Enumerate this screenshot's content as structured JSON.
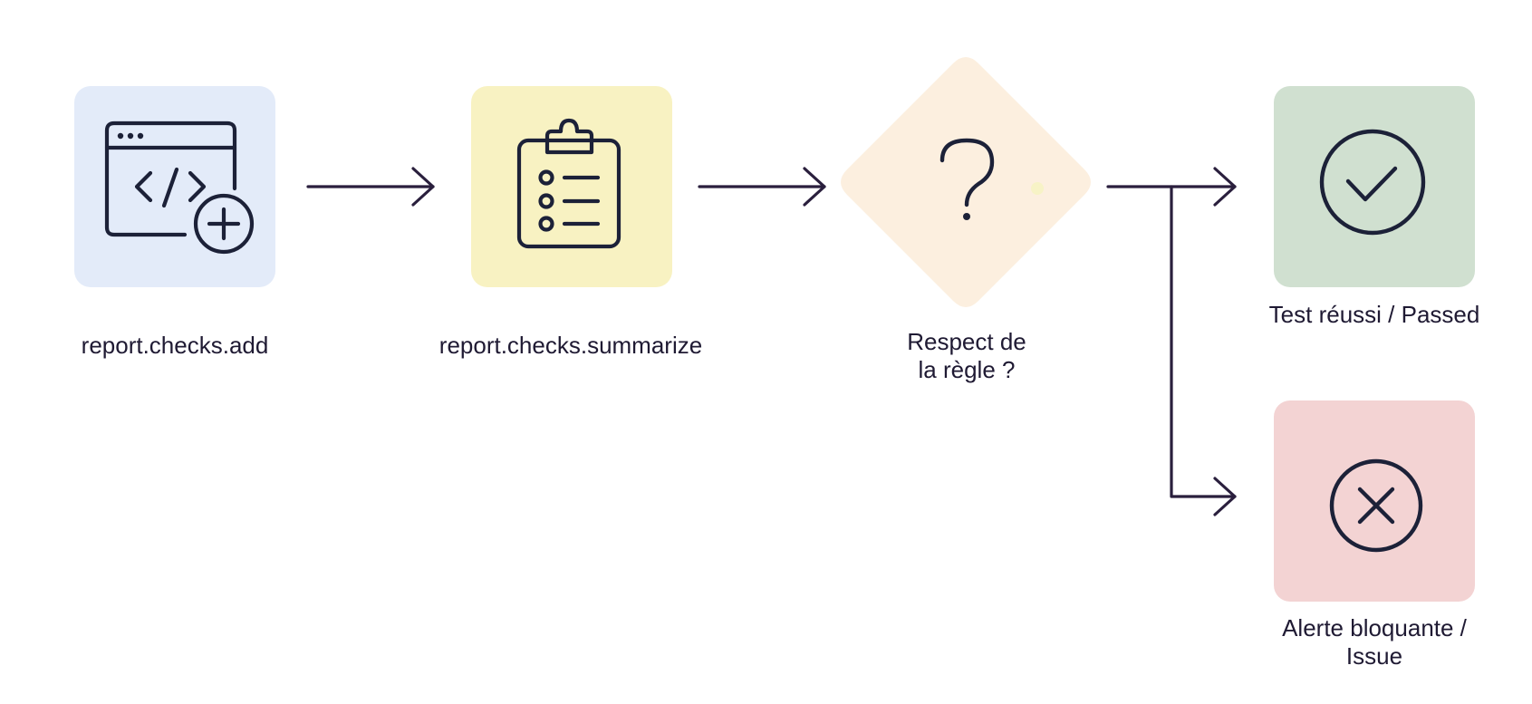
{
  "diagram": {
    "nodes": [
      {
        "id": "add",
        "shape": "rounded-square",
        "icon": "code-window-plus-icon",
        "fill": "#e3ebf9",
        "label": "report.checks.add"
      },
      {
        "id": "summarize",
        "shape": "rounded-square",
        "icon": "clipboard-checklist-icon",
        "fill": "#f8f2c2",
        "label": "report.checks.summarize"
      },
      {
        "id": "decision",
        "shape": "diamond",
        "icon": "question-mark-icon",
        "fill": "#fcefdf",
        "label_line1": "Respect de",
        "label_line2": "la règle ?"
      },
      {
        "id": "passed",
        "shape": "rounded-square",
        "icon": "check-circle-icon",
        "fill": "#d0e0d0",
        "label": "Test réussi / Passed"
      },
      {
        "id": "issue",
        "shape": "rounded-square",
        "icon": "x-circle-icon",
        "fill": "#f3d3d3",
        "label": "Alerte bloquante / Issue"
      }
    ],
    "edges": [
      {
        "from": "add",
        "to": "summarize"
      },
      {
        "from": "summarize",
        "to": "decision"
      },
      {
        "from": "decision",
        "to": "passed"
      },
      {
        "from": "decision",
        "to": "issue"
      }
    ],
    "line_color": "#2a1f3d",
    "icon_color": "#1c2138"
  }
}
